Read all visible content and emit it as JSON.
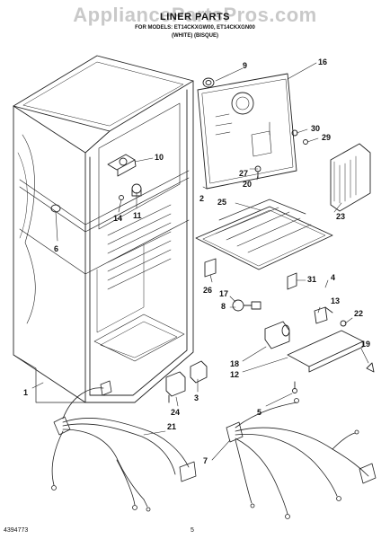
{
  "watermark": "AppliancePartsPros.com",
  "title": "LINER PARTS",
  "subtitle_line1": "FOR MODELS: ET14CKXGW00, ET14CKXGN00",
  "subtitle_line2": "(WHITE)    (BISQUE)",
  "footer_left": "4394773",
  "footer_page": "5",
  "callouts": [
    {
      "id": "1",
      "label": "1"
    },
    {
      "id": "2",
      "label": "2"
    },
    {
      "id": "3",
      "label": "3"
    },
    {
      "id": "4",
      "label": "4"
    },
    {
      "id": "5",
      "label": "5"
    },
    {
      "id": "6",
      "label": "6"
    },
    {
      "id": "7",
      "label": "7"
    },
    {
      "id": "8",
      "label": "8"
    },
    {
      "id": "9",
      "label": "9"
    },
    {
      "id": "10",
      "label": "10"
    },
    {
      "id": "11",
      "label": "11"
    },
    {
      "id": "12",
      "label": "12"
    },
    {
      "id": "13",
      "label": "13"
    },
    {
      "id": "14",
      "label": "14"
    },
    {
      "id": "16",
      "label": "16"
    },
    {
      "id": "17",
      "label": "17"
    },
    {
      "id": "18",
      "label": "18"
    },
    {
      "id": "19",
      "label": "19"
    },
    {
      "id": "20",
      "label": "20"
    },
    {
      "id": "21",
      "label": "21"
    },
    {
      "id": "22",
      "label": "22"
    },
    {
      "id": "23",
      "label": "23"
    },
    {
      "id": "24",
      "label": "24"
    },
    {
      "id": "25",
      "label": "25"
    },
    {
      "id": "26",
      "label": "26"
    },
    {
      "id": "27",
      "label": "27"
    },
    {
      "id": "29",
      "label": "29"
    },
    {
      "id": "30",
      "label": "30"
    },
    {
      "id": "31",
      "label": "31"
    }
  ]
}
